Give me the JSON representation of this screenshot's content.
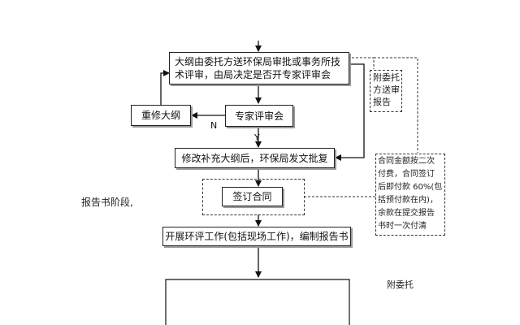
{
  "nodes": {
    "outline_review": "大纲由委托方送环保局审批或事务所技术评审，由局决定是否开专家评审会",
    "revise_outline": "重修大纲",
    "expert_review": "专家评审会",
    "revise_and_approve": "修改补充大纲后，环保局发文批复",
    "sign_contract": "签订合同",
    "carry_out_eia": "开展环评工作(包括现场工作)，编制报告书"
  },
  "edge_labels": {
    "no": "N",
    "yes": "Y"
  },
  "side_notes": {
    "submit_report": "附委托\n方送审\n报告",
    "payment_terms": "合同金额按二次\n付费，合同签订\n后即付款 60%(包\n括预付款在内)，\n余款在提交报告\n书时一次付清",
    "bottom_note": "附委托"
  },
  "stage_label": "报告书阶段,"
}
